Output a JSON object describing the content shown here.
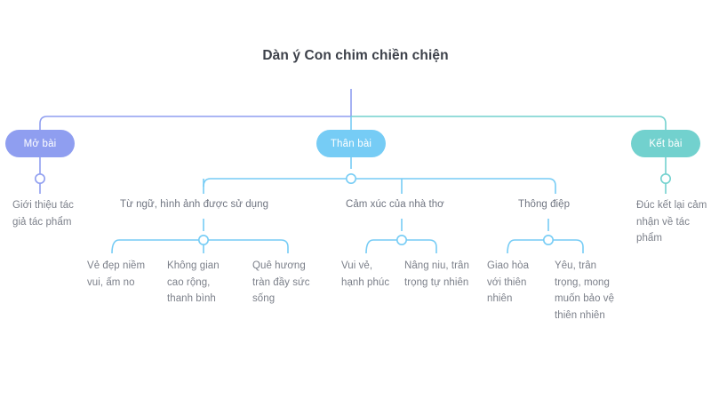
{
  "diagram": {
    "title": "Dàn ý Con chim chiền chiện",
    "colors": {
      "mo_bai": "#8f9ef0",
      "than_bai": "#76ccf5",
      "ket_bai": "#72d1ce",
      "title_text": "#3c4049",
      "label_text": "#6f7480",
      "leaf_text": "#7c808a",
      "background": "#ffffff"
    },
    "branches": [
      {
        "id": "mo-bai",
        "pill_label": "Mở bài",
        "color": "#8f9ef0",
        "child_label": "Giới thiệu tác giả tác phẩm"
      },
      {
        "id": "than-bai",
        "pill_label": "Thân bài",
        "color": "#76ccf5",
        "sub_branches": [
          {
            "id": "tu-ngu",
            "label": "Từ ngữ, hình ảnh được sử dụng",
            "leaves": [
              "Vẻ đẹp niềm vui, ấm no",
              "Không gian cao rộng, thanh bình",
              "Quê hương tràn đầy sức sống"
            ]
          },
          {
            "id": "cam-xuc",
            "label": "Cảm xúc của nhà thơ",
            "leaves": [
              "Vui vẻ, hạnh phúc",
              "Nâng niu, trân trọng tự nhiên"
            ]
          },
          {
            "id": "thong-diep",
            "label": "Thông điệp",
            "leaves": [
              "Giao hòa với thiên nhiên",
              "Yêu, trân trọng, mong muốn bảo vệ thiên nhiên"
            ]
          }
        ]
      },
      {
        "id": "ket-bai",
        "pill_label": "Kết bài",
        "color": "#72d1ce",
        "child_label": "Đúc kết lại cảm nhận về tác phẩm"
      }
    ]
  }
}
